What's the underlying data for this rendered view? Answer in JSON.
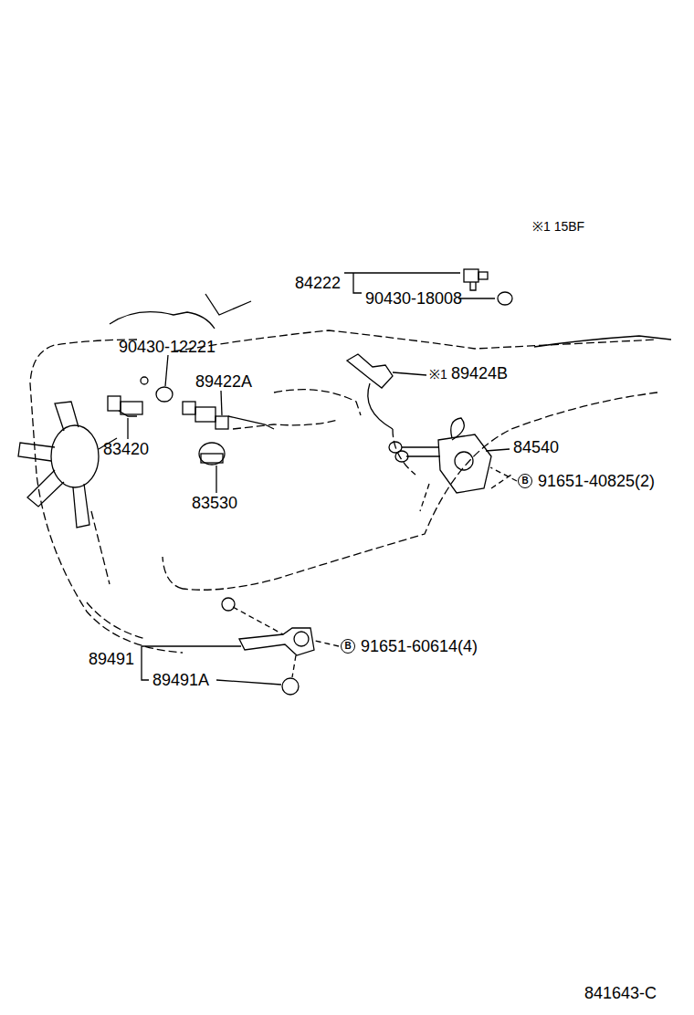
{
  "diagram": {
    "nodes": [
      {
        "text": [
          "B"
        ]
      },
      {
        "text": [
          "B"
        ]
      }
    ],
    "labels": [
      "※1 15BF",
      "84222",
      "90430-18008",
      "90430-12221",
      "89422A",
      "※1",
      "89424B",
      "83420",
      "84540",
      "91651-40825(2)",
      "83530",
      "89491",
      "91651-60614(4)",
      "89491A",
      "841643-C"
    ]
  }
}
